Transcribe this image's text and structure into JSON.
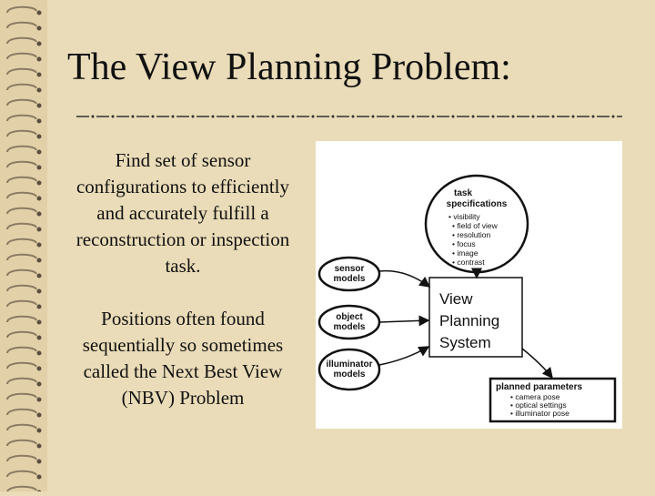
{
  "slide": {
    "title": "The View Planning Problem:",
    "paragraphs": [
      "Find set of sensor configurations to efficiently and accurately fulfill a reconstruction or inspection task.",
      "Positions often found sequentially so sometimes called the Next Best View (NBV) Problem"
    ]
  },
  "diagram": {
    "task": {
      "title_lines": [
        "task",
        "specifications"
      ],
      "items": [
        "visibility",
        "field of view",
        "resolution",
        "focus",
        "image",
        "contrast"
      ]
    },
    "inputs": [
      {
        "lines": [
          "sensor",
          "models"
        ]
      },
      {
        "lines": [
          "object",
          "models"
        ]
      },
      {
        "lines": [
          "illuminator",
          "models"
        ]
      }
    ],
    "system_lines": [
      "View",
      "Planning",
      "System"
    ],
    "output": {
      "title": "planned parameters",
      "items": [
        "camera pose",
        "optical settings",
        "illuminator pose"
      ]
    }
  },
  "colors": {
    "background": "#eadcb8",
    "spiral_binding": "#e2d1a8",
    "text": "#111111"
  }
}
